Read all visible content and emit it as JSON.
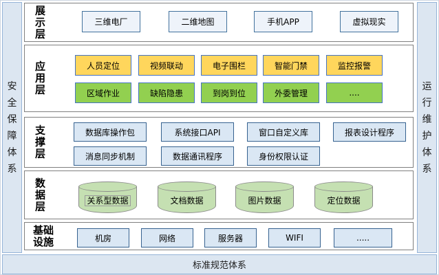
{
  "diagram": {
    "side_left": "安全保障体系",
    "side_right": "运行维护体系",
    "bottom_bar": "标准规范体系",
    "layers": {
      "display": {
        "label": "展示层",
        "boxes": [
          "三维电厂",
          "二维地图",
          "手机APP",
          "虚拟现实"
        ]
      },
      "application": {
        "label": "应用层",
        "row1": [
          "人员定位",
          "视频联动",
          "电子围栏",
          "智能门禁",
          "监控报警"
        ],
        "row2": [
          "区域作业",
          "缺陷隐患",
          "到岗到位",
          "外委管理",
          "...."
        ]
      },
      "support": {
        "label": "支撑层",
        "row1": [
          "数据库操作包",
          "系统接口API",
          "窗口自定义库",
          "报表设计程序"
        ],
        "row2": [
          "消息同步机制",
          "数据通讯程序",
          "身份权限认证"
        ]
      },
      "data": {
        "label": "数据层",
        "cylinders": [
          "关系型数据",
          "文档数据",
          "图片数据",
          "定位数据"
        ]
      },
      "infrastructure": {
        "label": "基础设施",
        "boxes": [
          "机房",
          "网络",
          "服务器",
          "WIFI",
          "....."
        ]
      }
    },
    "colors": {
      "pillar_fill": "#DCE6F1",
      "pillar_border": "#95B3D7",
      "frame_border": "#7F7F7F",
      "box_blue_fill": "#EEF3FA",
      "box_steel_fill": "#DAE7F4",
      "box_blue_border": "#41719C",
      "accent_yellow": "#FFD65C",
      "accent_green": "#92D050",
      "accent_border_blue": "#4472C4",
      "cylinder_fill": "#C5E0B2",
      "cylinder_border": "#8A8A8A"
    }
  }
}
